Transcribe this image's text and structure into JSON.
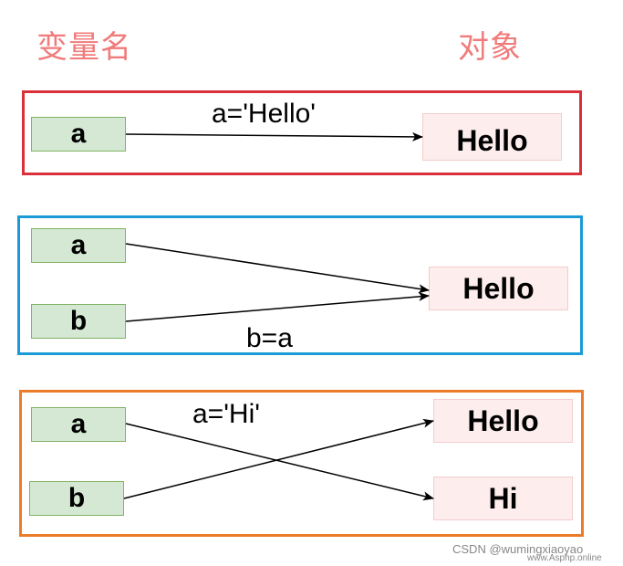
{
  "headers": {
    "variable_name": "变量名",
    "object": "对象"
  },
  "colors": {
    "header_red": "#f07b7b",
    "panel1_border": "#d9303a",
    "panel2_border": "#1a9bd6",
    "panel3_border": "#eb7c2a",
    "var_fill": "#d5e8d4",
    "obj_fill": "#fdeded"
  },
  "panel1": {
    "var_a": "a",
    "obj": "Hello",
    "caption": "a='Hello'"
  },
  "panel2": {
    "var_a": "a",
    "var_b": "b",
    "obj": "Hello",
    "caption": "b=a"
  },
  "panel3": {
    "var_a": "a",
    "var_b": "b",
    "obj_hello": "Hello",
    "obj_hi": "Hi",
    "caption": "a='Hi'"
  },
  "watermark": {
    "text": "CSDN @wumingxiaoyao",
    "site": "www.Asphp.online"
  }
}
